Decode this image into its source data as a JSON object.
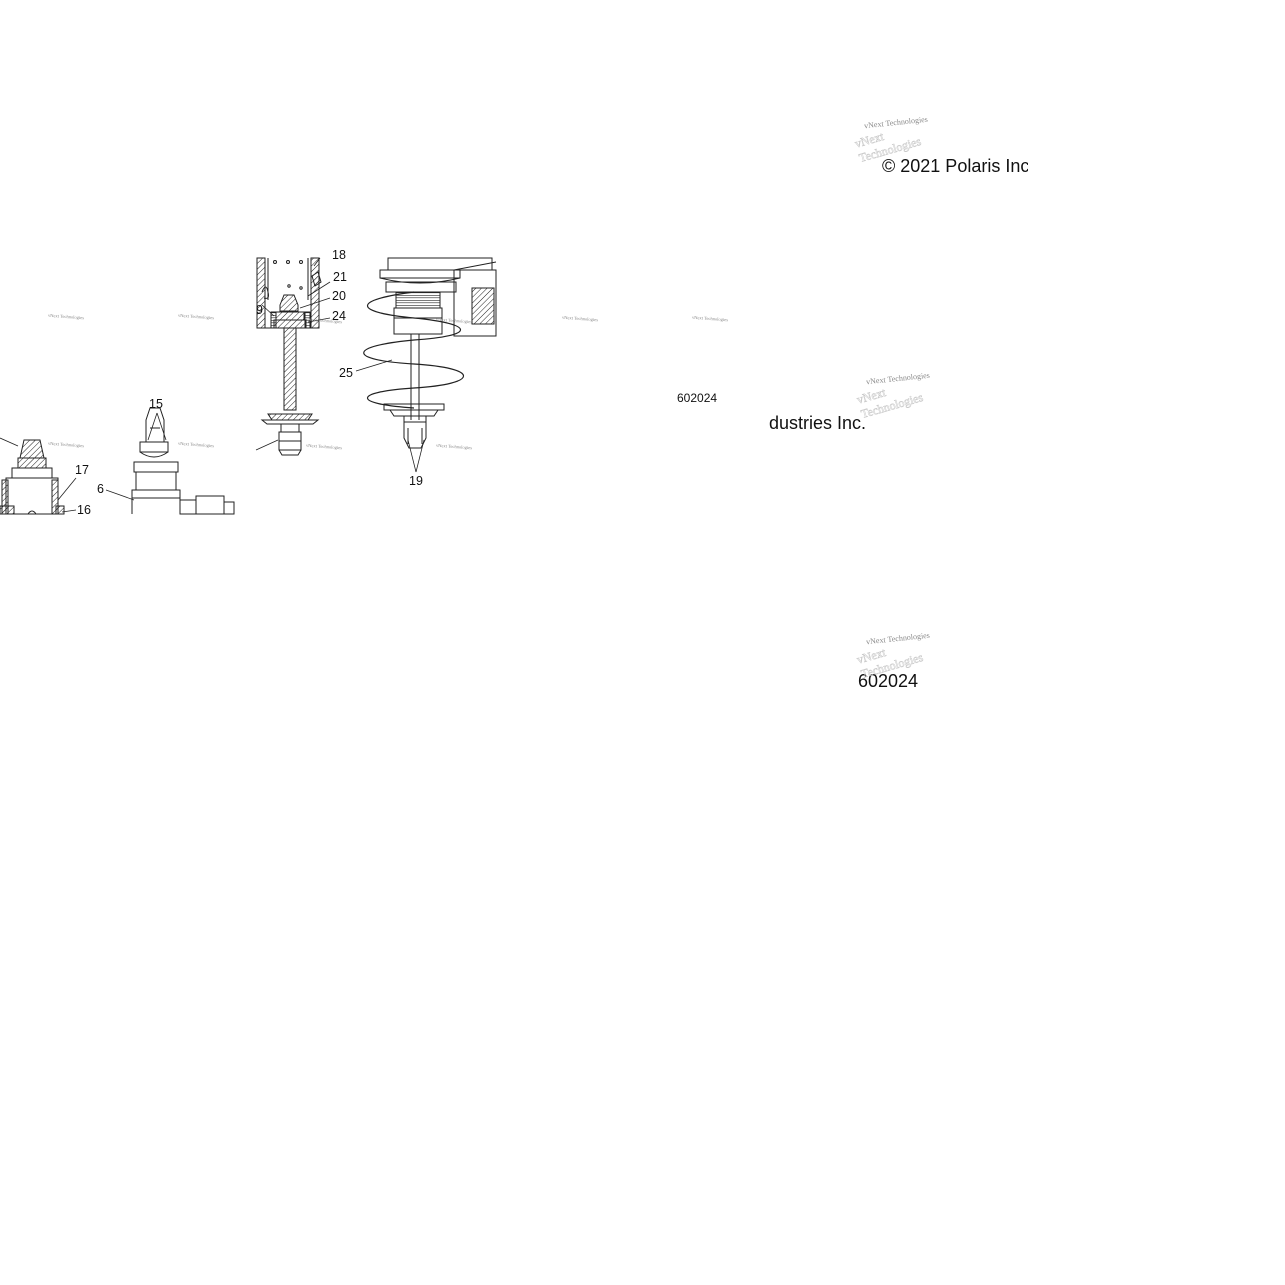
{
  "copyright": "© 2021 Polaris Inc",
  "copyright_fragment": "dustries Inc.",
  "figure_number_small": "602024",
  "figure_number_large": "602024",
  "watermark": "vNext Technologies",
  "callouts": {
    "c6": "6",
    "c9": "9",
    "c15": "15",
    "c16": "16",
    "c17": "17",
    "c18": "18",
    "c19": "19",
    "c20": "20",
    "c21": "21",
    "c24": "24",
    "c25": "25"
  },
  "colors": {
    "line": "#222222",
    "text": "#111111",
    "watermark": "#8a8a8a"
  }
}
